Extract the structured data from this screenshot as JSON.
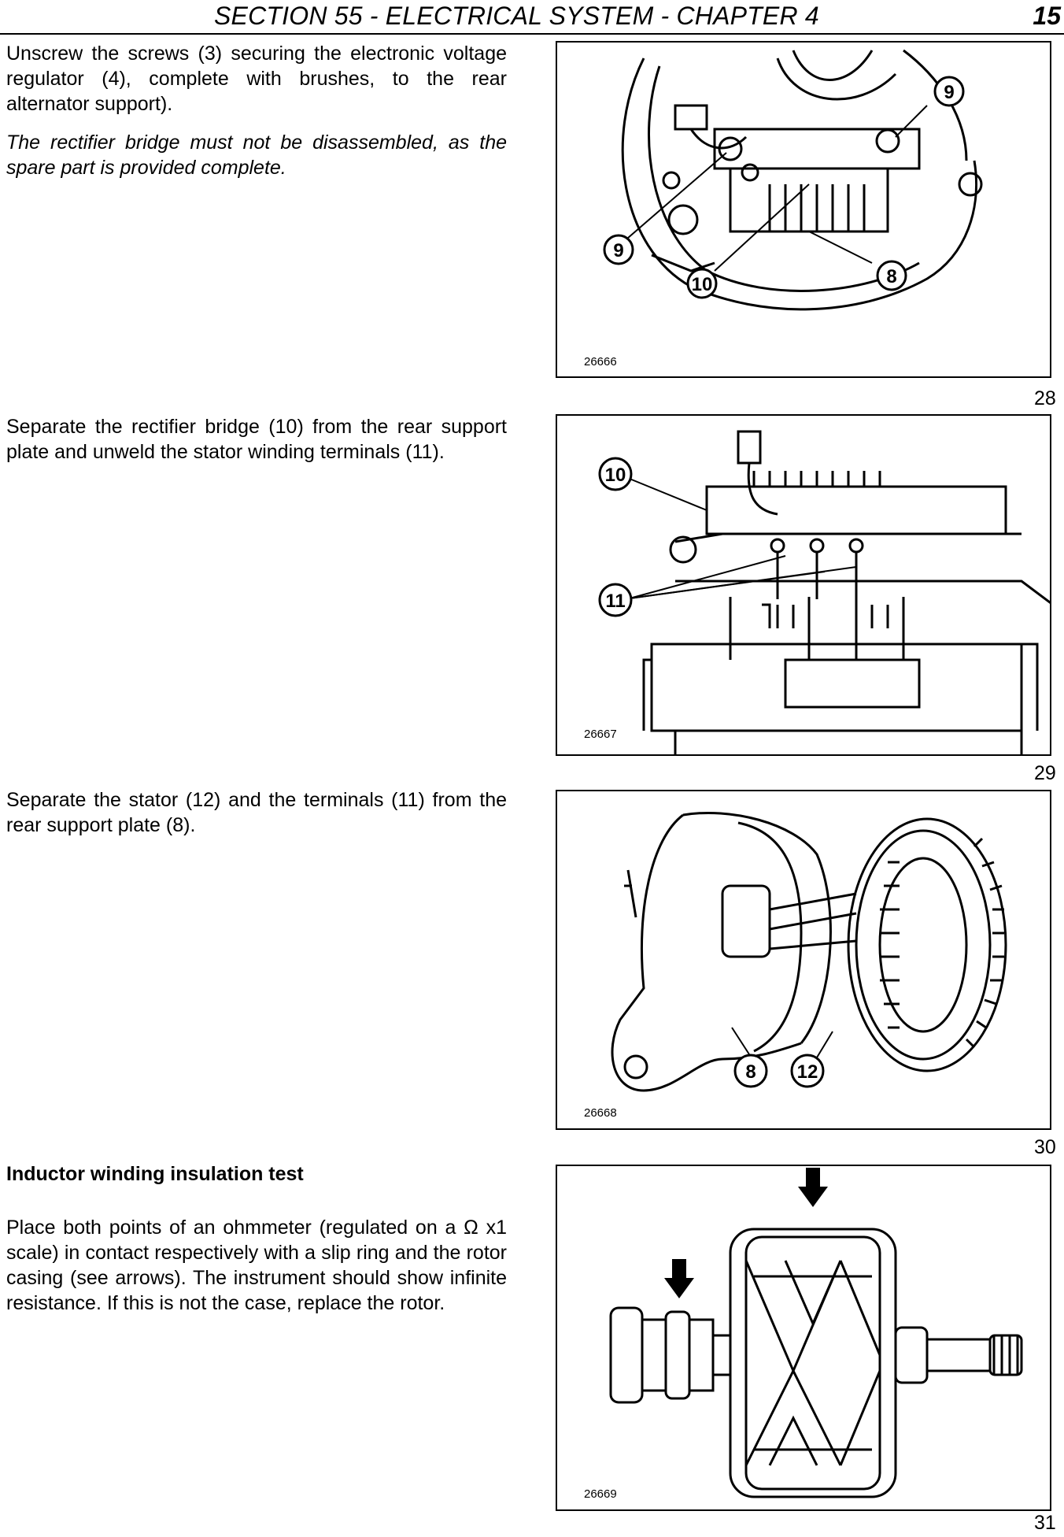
{
  "header": {
    "title": "SECTION 55 - ELECTRICAL SYSTEM - CHAPTER 4",
    "page": "15"
  },
  "sections": [
    {
      "paragraphs": [
        "Unscrew the screws (3) securing the electronic voltage regulator (4), complete with brushes, to the rear alternator support).",
        "The rectifier bridge must not be disassembled, as the spare part is provided complete."
      ],
      "figure": {
        "code": "26666",
        "number": "28",
        "callouts": [
          "9",
          "9",
          "10",
          "8"
        ]
      }
    },
    {
      "paragraphs": [
        "Separate the rectifier bridge (10) from the rear support plate and unweld the stator winding terminals (11)."
      ],
      "figure": {
        "code": "26667",
        "number": "29",
        "callouts": [
          "10",
          "11"
        ]
      }
    },
    {
      "paragraphs": [
        "Separate the stator (12) and the terminals (11) from the rear support plate (8)."
      ],
      "figure": {
        "code": "26668",
        "number": "30",
        "callouts": [
          "8",
          "12"
        ]
      }
    },
    {
      "heading": "Inductor winding insulation test",
      "paragraphs": [
        "Place both points of an ohmmeter (regulated on a Ω x1 scale) in contact respectively with a slip ring and the rotor casing (see arrows). The instrument should show infinite resistance. If this is not the case, replace the rotor."
      ],
      "figure": {
        "code": "26669",
        "number": "31"
      }
    }
  ]
}
